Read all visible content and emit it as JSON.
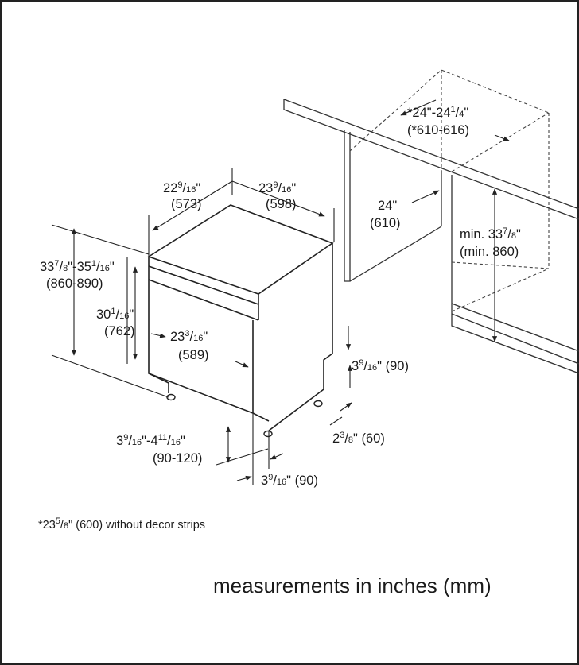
{
  "dimensions": {
    "top_depth": {
      "inches": "22",
      "frac_num": "9",
      "frac_den": "16",
      "mm": "(573)"
    },
    "top_width": {
      "inches": "23",
      "frac_num": "9",
      "frac_den": "16",
      "mm": "(598)"
    },
    "height_range": {
      "a_in": "33",
      "a_num": "7",
      "a_den": "8",
      "b_in": "35",
      "b_num": "1",
      "b_den": "16",
      "mm": "(860-890)"
    },
    "body_height": {
      "inches": "30",
      "frac_num": "1",
      "frac_den": "16",
      "mm": "(762)"
    },
    "front_width": {
      "inches": "23",
      "frac_num": "3",
      "frac_den": "16",
      "mm": "(589)"
    },
    "cabinet_width": {
      "inches": "24\"",
      "mm": "(610)"
    },
    "opening_width": {
      "a_in": "*24",
      "b_in": "24",
      "b_num": "1",
      "b_den": "4",
      "mm": "(*610-616)"
    },
    "min_height": {
      "prefix": "min. 33",
      "num": "7",
      "den": "8",
      "mm": "(min. 860)"
    },
    "side_offset": {
      "inches": "3",
      "num": "9",
      "den": "16",
      "mm": "(90)"
    },
    "leg_side": {
      "inches": "2",
      "num": "3",
      "den": "8",
      "mm": "(60)"
    },
    "leg_height": {
      "a_in": "3",
      "a_num": "9",
      "a_den": "16",
      "b_in": "4",
      "b_num": "11",
      "b_den": "16",
      "mm": "(90-120)"
    },
    "front_offset": {
      "inches": "3",
      "num": "9",
      "den": "16",
      "mm": "(90)"
    }
  },
  "footnote": {
    "a": "*23",
    "num": "5",
    "den": "8",
    "rest": "\" (600) without decor strips"
  },
  "caption": "measurements in inches (mm)"
}
